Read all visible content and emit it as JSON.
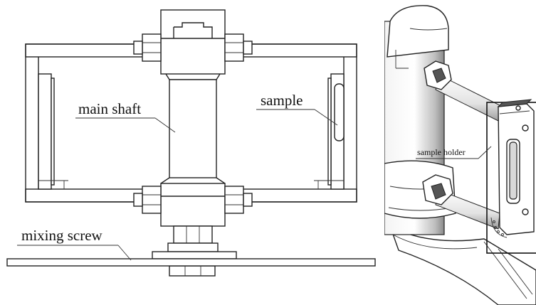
{
  "left_view": {
    "labels": {
      "main_shaft": "main shaft",
      "sample": "sample",
      "mixing_screw": "mixing screw"
    }
  },
  "right_view": {
    "labels": {
      "sample_holder": "sample holder"
    }
  }
}
